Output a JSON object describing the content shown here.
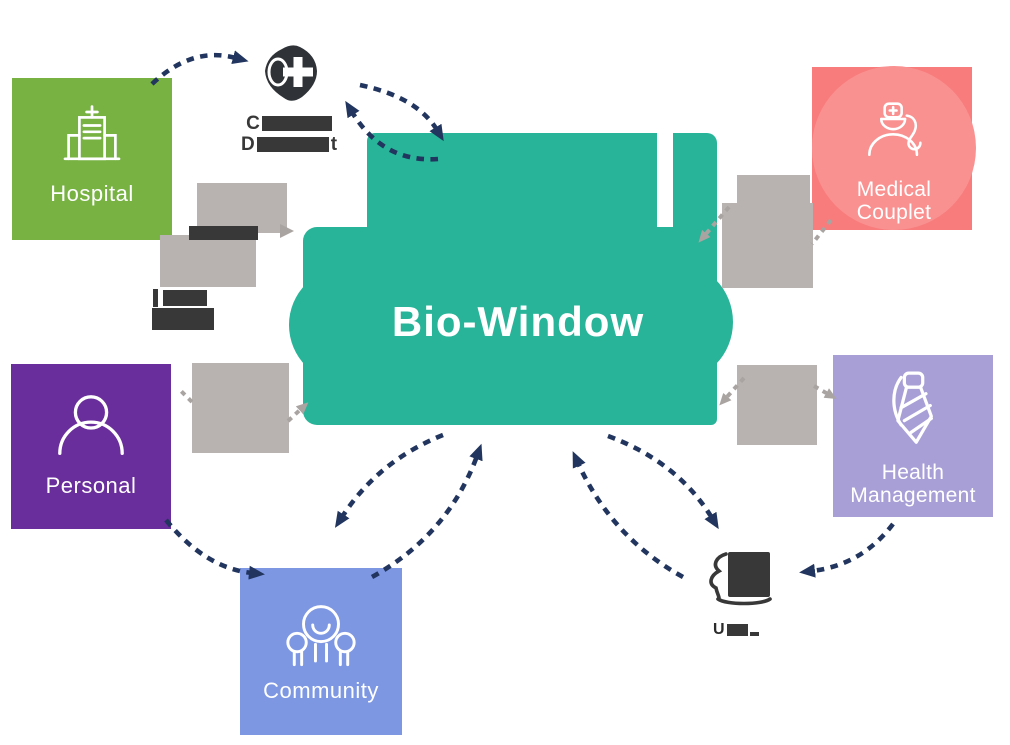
{
  "title": {
    "text": "Bio-Window"
  },
  "nodes": {
    "hospital": {
      "label": "Hospital",
      "color": "#77b243",
      "icon": "hospital-building-icon"
    },
    "clinical_department": {
      "visible_line1": "C",
      "visible_line2_start": "D",
      "visible_line2_end": "t",
      "icon": "medical-shield-cross-icon",
      "text_color": "#383838",
      "note_redacted": true
    },
    "medical_couplet": {
      "label_line1": "Medical",
      "label_line2": "Couplet",
      "color": "#f87c7c",
      "circle_color": "#fa9191",
      "icon": "doctor-icon"
    },
    "health_management": {
      "label_line1": "Health",
      "label_line2": "Management",
      "color": "#a89fd6",
      "icon": "necktie-icon"
    },
    "user": {
      "visible_text": "U",
      "color": "#383838",
      "icon": "user-at-screen-icon",
      "note_redacted": true
    },
    "community": {
      "label": "Community",
      "color": "#7d97e3",
      "icon": "people-group-icon"
    },
    "personal": {
      "label": "Personal",
      "color": "#6a2d9c",
      "icon": "person-icon"
    },
    "bio_window": {
      "label": "Bio-Window",
      "color": "#28b498"
    }
  },
  "edges": [
    {
      "from": "hospital",
      "to": "clinical_department",
      "style": "navy-dashed"
    },
    {
      "from": "clinical_department",
      "to": "bio_window",
      "style": "navy-dashed-two-way"
    },
    {
      "from": "bio_window",
      "to": "community",
      "style": "navy-dashed-two-way"
    },
    {
      "from": "bio_window",
      "to": "user",
      "style": "navy-dashed-two-way"
    },
    {
      "from": "personal",
      "to": "community",
      "style": "navy-dashed"
    },
    {
      "from": "health_management",
      "to": "user",
      "style": "navy-dashed"
    },
    {
      "from": "medical_couplet",
      "to": "bio_window",
      "style": "grey-dashed"
    },
    {
      "from": "health_management",
      "to": "bio_window",
      "style": "grey-dashed-two-way"
    },
    {
      "from": "personal",
      "to": "bio_window",
      "style": "grey-dashed"
    },
    {
      "from": "hospital",
      "to": "bio_window",
      "style": "grey-dashed"
    }
  ],
  "colors": {
    "center_cloud": "#28b498",
    "navy_arrow": "#21355e",
    "grey_arrow": "#a9a4a2",
    "grey_box": "#b8b3b1",
    "dark": "#383838",
    "white": "#ffffff"
  }
}
